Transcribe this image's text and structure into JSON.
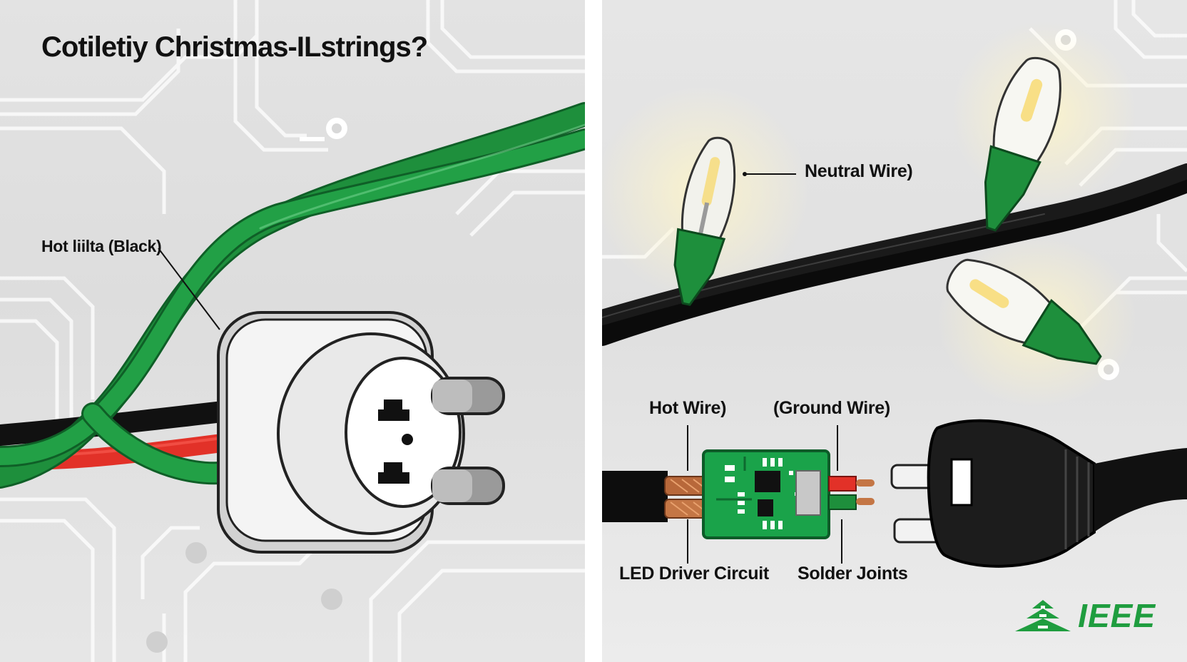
{
  "title": "Cotiletiy Christmas-ILstrings?",
  "left_panel": {
    "hot_label": "Hot liilta (Black)"
  },
  "right_panel": {
    "neutral_label": "Neutral Wire)",
    "hot_label": "Hot Wire)",
    "ground_label": "(Ground Wire)",
    "driver_label": "LED Driver Circuit",
    "solder_label": "Solder Joints"
  },
  "brand": {
    "name": "IEEE",
    "icon": "ieee-tree-logo-icon"
  },
  "colors": {
    "wire_green": "#1e8f3c",
    "wire_black": "#121212",
    "wire_red": "#e23128",
    "pcb_green": "#1aa34a",
    "copper": "#b8683a",
    "bulb_glow": "#f6eec4",
    "brand_green": "#1f9d3f"
  }
}
